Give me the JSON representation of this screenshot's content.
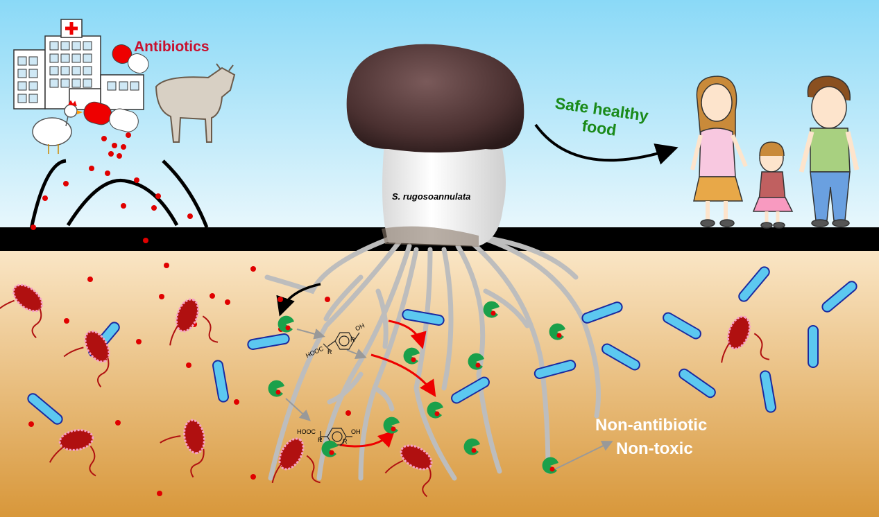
{
  "labels": {
    "antibiotics": "Antibiotics",
    "safe_food": "Safe healthy food",
    "species": "S. rugosoannulata",
    "non_antibiotic": "Non-antibiotic",
    "non_toxic": "Non-toxic"
  },
  "chem": {
    "hooc": "HOOC",
    "r": "R",
    "oh": "OH"
  },
  "colors": {
    "antibiotics_text": "#c8102e",
    "safe_food_text": "#1a8a1a",
    "antibiotic_dot": "#e00000",
    "enzyme": "#1aa04a",
    "rod_bacteria": "#5cc8f0",
    "pathogen": "#b01010",
    "hyphae": "#bdbdbd"
  }
}
